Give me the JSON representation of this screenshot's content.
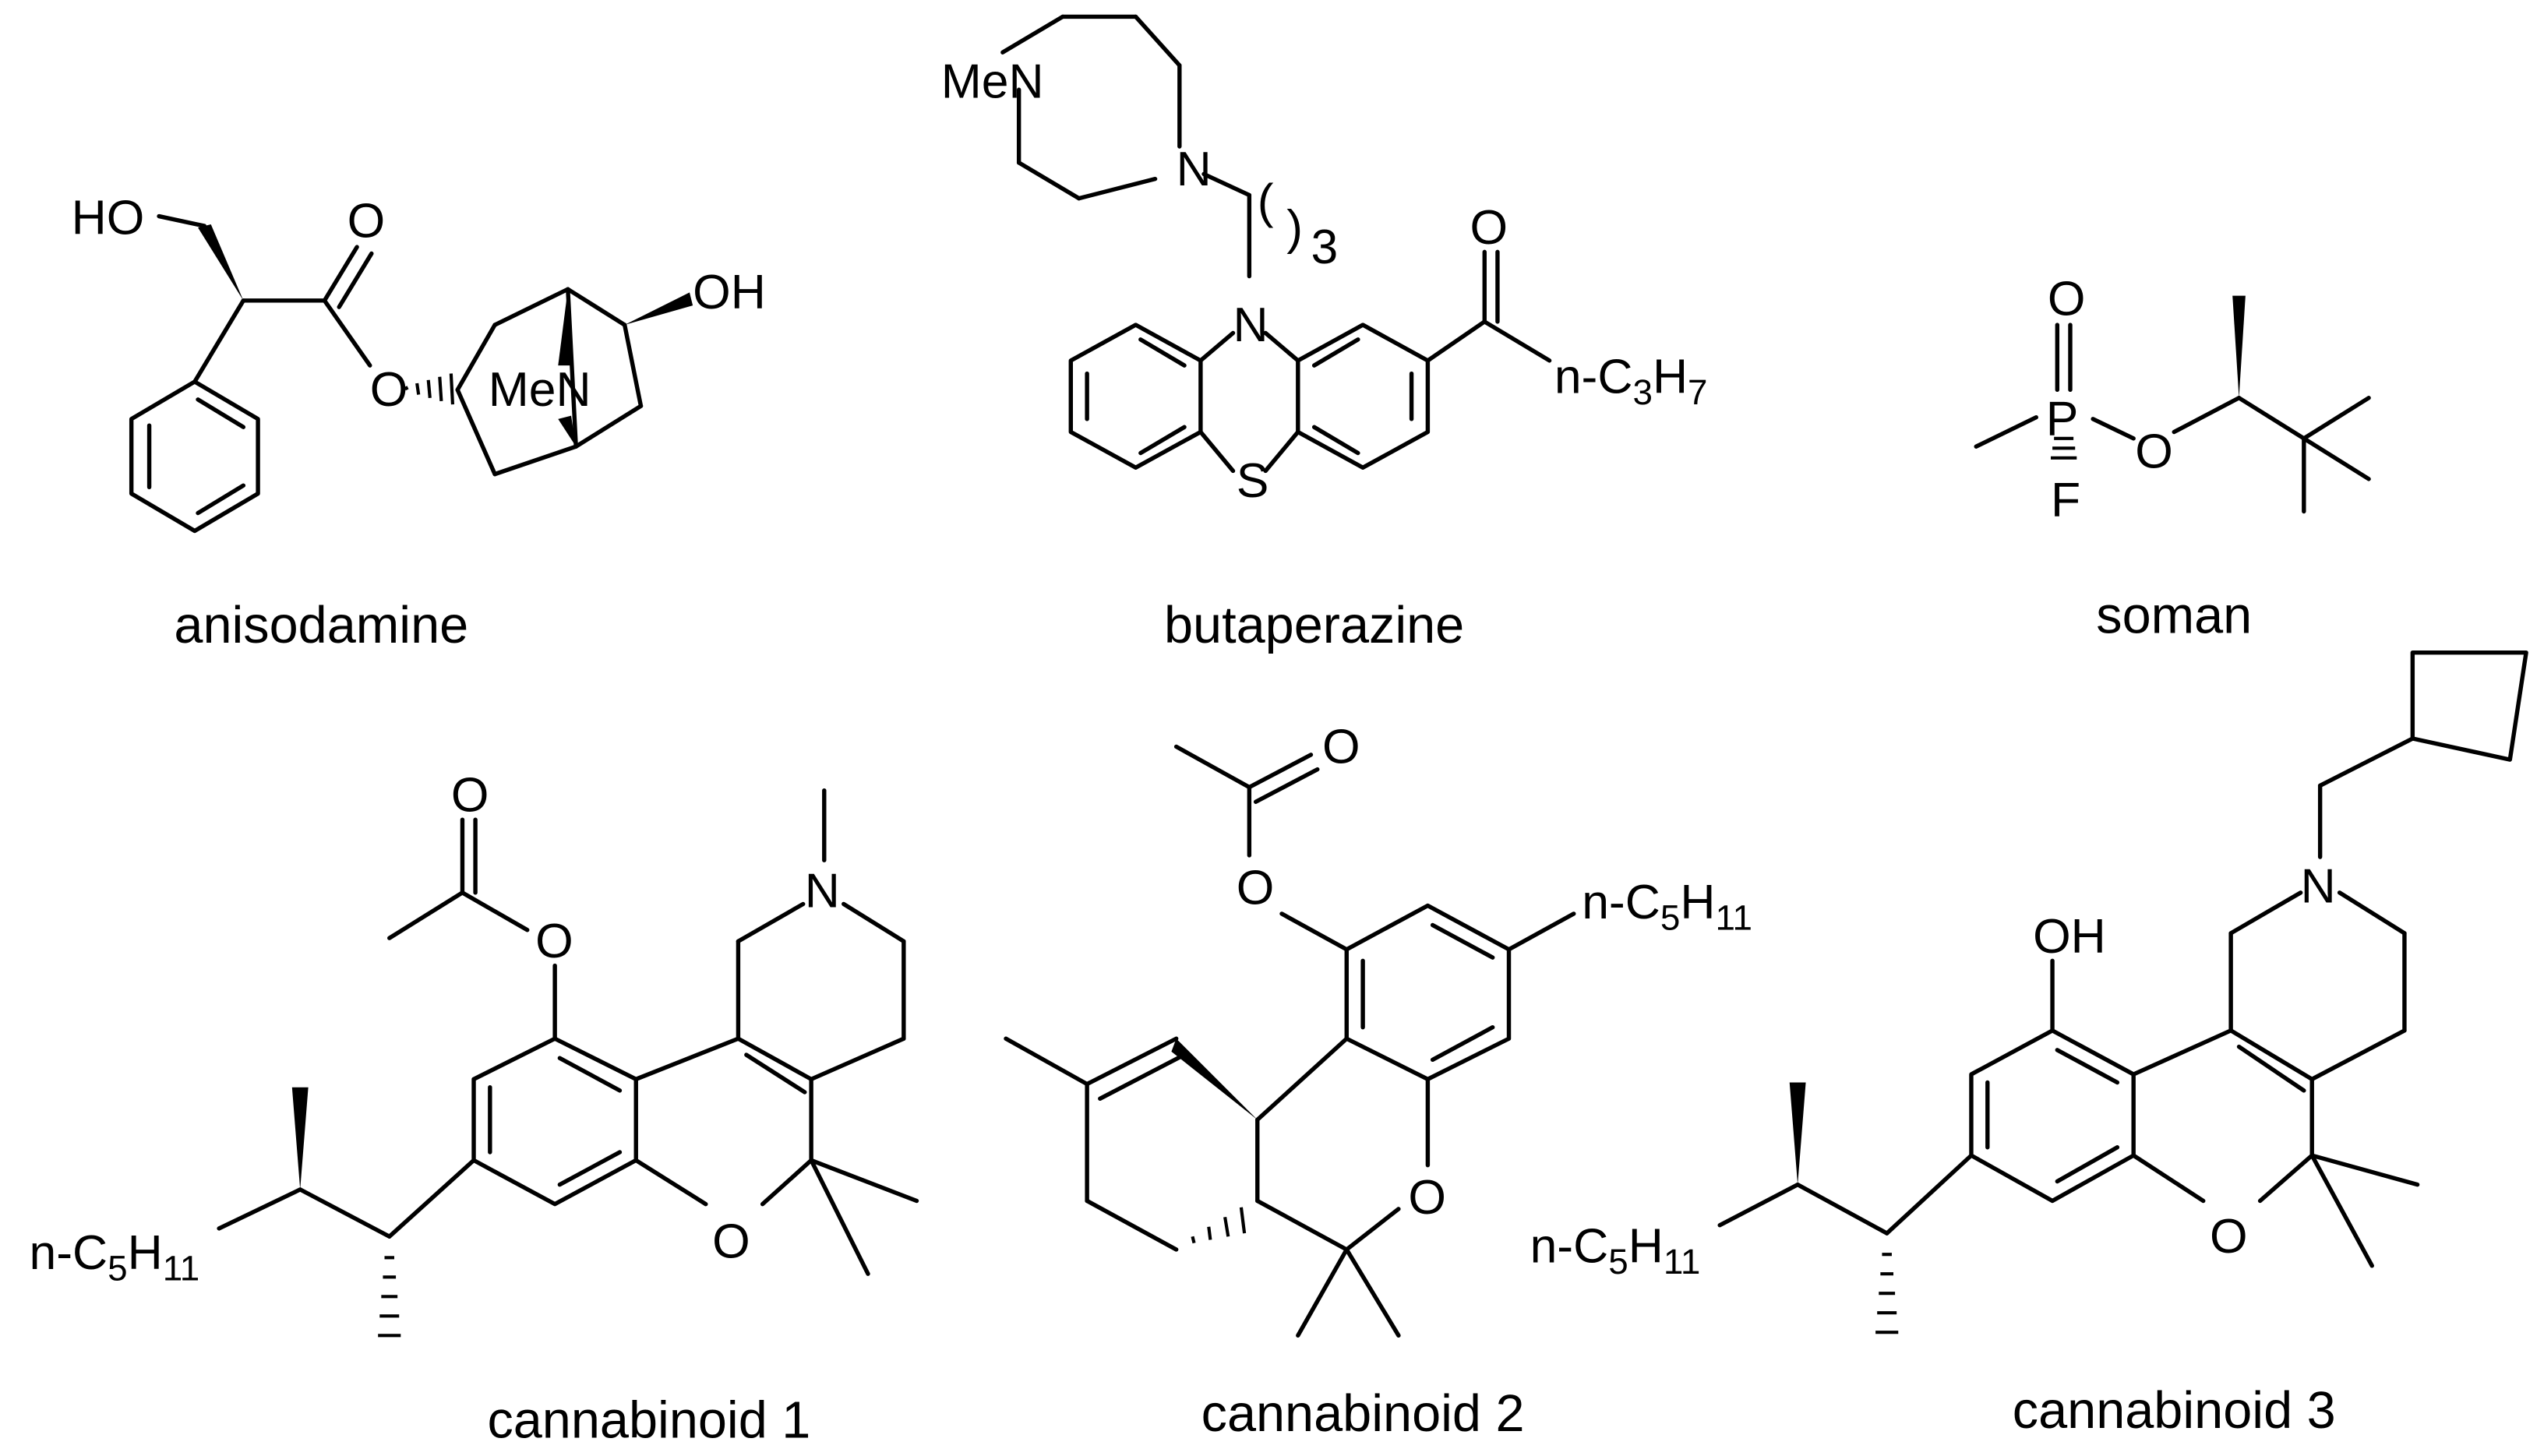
{
  "captions": {
    "anisodamine": "anisodamine",
    "butaperazine": "butaperazine",
    "soman": "soman",
    "cannabinoid1": "cannabinoid 1",
    "cannabinoid2": "cannabinoid 2",
    "cannabinoid3": "cannabinoid 3"
  },
  "labels": {
    "anisodamine": {
      "ho": "HO",
      "o_carbonyl": "O",
      "o_ester": "O",
      "men": "MeN",
      "oh": "OH"
    },
    "butaperazine": {
      "men": "MeN",
      "n_pip": "N",
      "paren_open": "(",
      "paren_close": ")",
      "chain_count": "3",
      "n_ring": "N",
      "s_ring": "S",
      "o_keto": "O",
      "propyl_prefix": "n-C",
      "propyl_sub1": "3",
      "propyl_h": "H",
      "propyl_sub2": "7"
    },
    "soman": {
      "o_double": "O",
      "p": "P",
      "f": "F",
      "o_ether": "O"
    },
    "cannabinoid1": {
      "o_carbonyl": "O",
      "o_ester": "O",
      "n": "N",
      "o_ring": "O",
      "pentyl_prefix": "n-C",
      "pentyl_sub1": "5",
      "pentyl_h": "H",
      "pentyl_sub2": "11"
    },
    "cannabinoid2": {
      "o_carbonyl": "O",
      "o_ester": "O",
      "o_ring": "O",
      "pentyl_prefix": "n-C",
      "pentyl_sub1": "5",
      "pentyl_h": "H",
      "pentyl_sub2": "11"
    },
    "cannabinoid3": {
      "oh": "OH",
      "n": "N",
      "o_ring": "O",
      "pentyl_prefix": "n-C",
      "pentyl_sub1": "5",
      "pentyl_h": "H",
      "pentyl_sub2": "11"
    }
  }
}
